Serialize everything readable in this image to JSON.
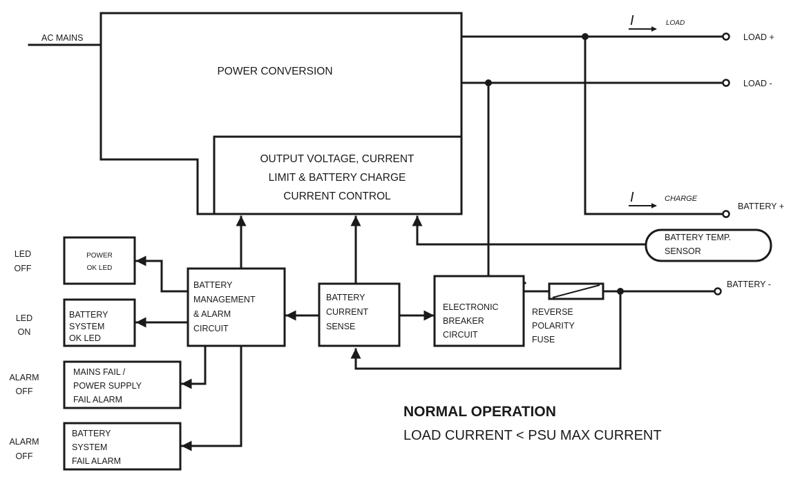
{
  "mains": {
    "label": "AC MAINS"
  },
  "blocks": {
    "power_conversion": "POWER CONVERSION",
    "output_control": [
      "OUTPUT VOLTAGE, CURRENT",
      "LIMIT & BATTERY CHARGE",
      "CURRENT CONTROL"
    ],
    "battery_management": [
      "BATTERY",
      "MANAGEMENT",
      "& ALARM",
      "CIRCUIT"
    ],
    "battery_current_sense": [
      "BATTERY",
      "CURRENT",
      "SENSE"
    ],
    "electronic_breaker": [
      "ELECTRONIC",
      "BREAKER",
      "CIRCUIT"
    ],
    "reverse_polarity_fuse": [
      "REVERSE",
      "POLARITY",
      "FUSE"
    ],
    "battery_temp_sensor": [
      "BATTERY TEMP.",
      "SENSOR"
    ],
    "power_ok_led": [
      "POWER",
      "OK LED"
    ],
    "battery_system_ok_led": [
      "BATTERY",
      "SYSTEM",
      "OK LED"
    ],
    "mains_fail_alarm": [
      "MAINS FAIL /",
      "POWER SUPPLY",
      "FAIL ALARM"
    ],
    "battery_system_fail_alarm": [
      "BATTERY",
      "SYSTEM",
      "FAIL ALARM"
    ]
  },
  "status": {
    "power_ok_led": [
      "LED",
      "OFF"
    ],
    "battery_system_ok_led": [
      "LED",
      "ON"
    ],
    "mains_fail_alarm": [
      "ALARM",
      "OFF"
    ],
    "battery_system_fail_alarm": [
      "ALARM",
      "OFF"
    ]
  },
  "terminals": {
    "load_plus": "LOAD +",
    "load_minus": "LOAD -",
    "battery_plus": "BATTERY +",
    "battery_minus": "BATTERY -"
  },
  "currents": {
    "load": {
      "symbol": "I",
      "subscript": "LOAD"
    },
    "charge": {
      "symbol": "I",
      "subscript": "CHARGE"
    }
  },
  "caption": {
    "title": "NORMAL OPERATION",
    "subtitle": "LOAD CURRENT < PSU MAX CURRENT"
  }
}
